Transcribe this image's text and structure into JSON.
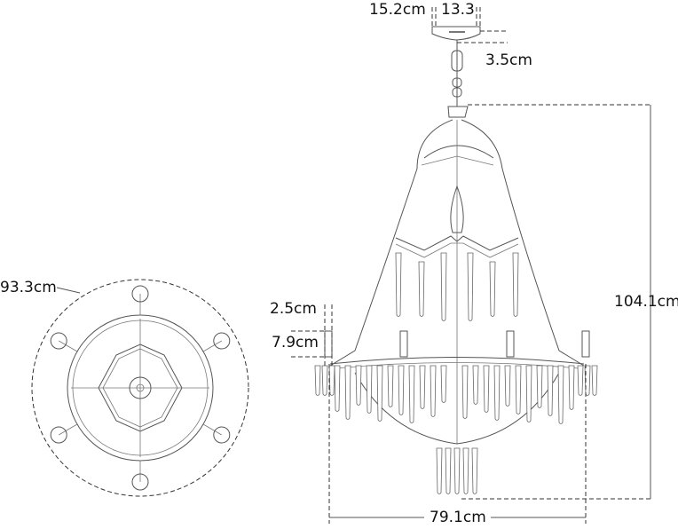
{
  "dimensions": {
    "canopy_width": "15.2cm",
    "canopy_inner": "13.3",
    "canopy_height": "3.5cm",
    "overall_height": "104.1cm",
    "overall_width": "79.1cm",
    "top_view_diameter": "93.3cm",
    "candle_width": "2.5cm",
    "candle_height": "7.9cm"
  },
  "colors": {
    "line": "#555555",
    "dimension": "#333333",
    "text": "#111111"
  }
}
